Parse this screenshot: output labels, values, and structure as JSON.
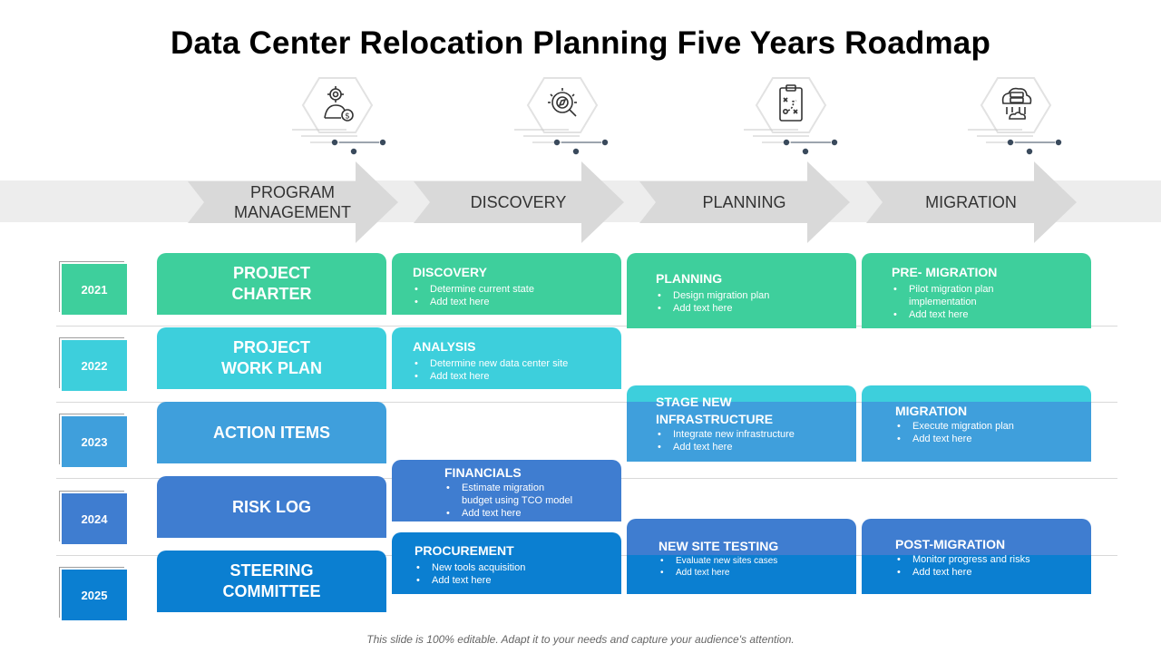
{
  "title": "Data Center Relocation Planning Five Years Roadmap",
  "icons": [
    "manager-settings-icon",
    "search-analysis-icon",
    "clipboard-strategy-icon",
    "server-cloud-icon"
  ],
  "phases": [
    "PROGRAM\nMANAGEMENT",
    "DISCOVERY",
    "PLANNING",
    "MIGRATION"
  ],
  "years": [
    "2021",
    "2022",
    "2023",
    "2024",
    "2025"
  ],
  "colors": {
    "green": "#3ecf9c",
    "cyan": "#3dcfdc",
    "light_blue": "#3f9fdc",
    "mid_blue": "#3f7dd0",
    "deep_blue": "#0b7fd1",
    "arrow_gray": "#d9d9d9",
    "dot": "#3a4a5c"
  },
  "program_items": [
    "PROJECT\nCHARTER",
    "PROJECT\nWORK PLAN",
    "ACTION ITEMS",
    "RISK LOG",
    "STEERING\nCOMMITTEE"
  ],
  "cards": {
    "discovery": {
      "title": "DISCOVERY",
      "bullets": [
        "Determine current state",
        "Add text here"
      ]
    },
    "analysis": {
      "title": "ANALYSIS",
      "bullets": [
        "Determine new data center site",
        "Add text here"
      ]
    },
    "financials": {
      "title": "FINANCIALS",
      "bullets": [
        "Estimate migration\nbudget using TCO model",
        "Add text here"
      ]
    },
    "procurement": {
      "title": "PROCUREMENT",
      "bullets": [
        "New tools acquisition",
        "Add text here"
      ]
    },
    "planning": {
      "title": "PLANNING",
      "bullets": [
        "Design migration plan",
        "Add text here"
      ]
    },
    "stage": {
      "title": "STAGE NEW\nINFRASTRUCTURE",
      "bullets": [
        "Integrate new infrastructure",
        "Add text here"
      ]
    },
    "testing": {
      "title": "NEW SITE TESTING",
      "bullets": [
        "Evaluate new sites cases",
        "Add text here"
      ]
    },
    "premigration": {
      "title": "PRE- MIGRATION",
      "bullets": [
        "Pilot migration plan\nimplementation",
        "Add text here"
      ]
    },
    "migration": {
      "title": "MIGRATION",
      "bullets": [
        "Execute migration plan",
        "Add text here"
      ]
    },
    "postmigration": {
      "title": "POST-MIGRATION",
      "bullets": [
        "Monitor progress and risks",
        "Add text here"
      ]
    }
  },
  "footer": "This slide is 100% editable. Adapt it to your needs and capture your audience's attention."
}
